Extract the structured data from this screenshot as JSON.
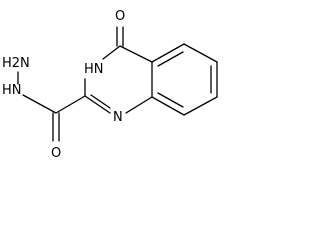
{
  "structure": {
    "atom_labels": {
      "o_top": "O",
      "nh_ring": "HN",
      "n_ring": "N",
      "o_bottom": "O",
      "nh_hydrazide": "HN",
      "nh2_terminal": "H2N"
    },
    "colors": {
      "bond": "#000000",
      "label": "#000000",
      "background": "#ffffff"
    }
  }
}
